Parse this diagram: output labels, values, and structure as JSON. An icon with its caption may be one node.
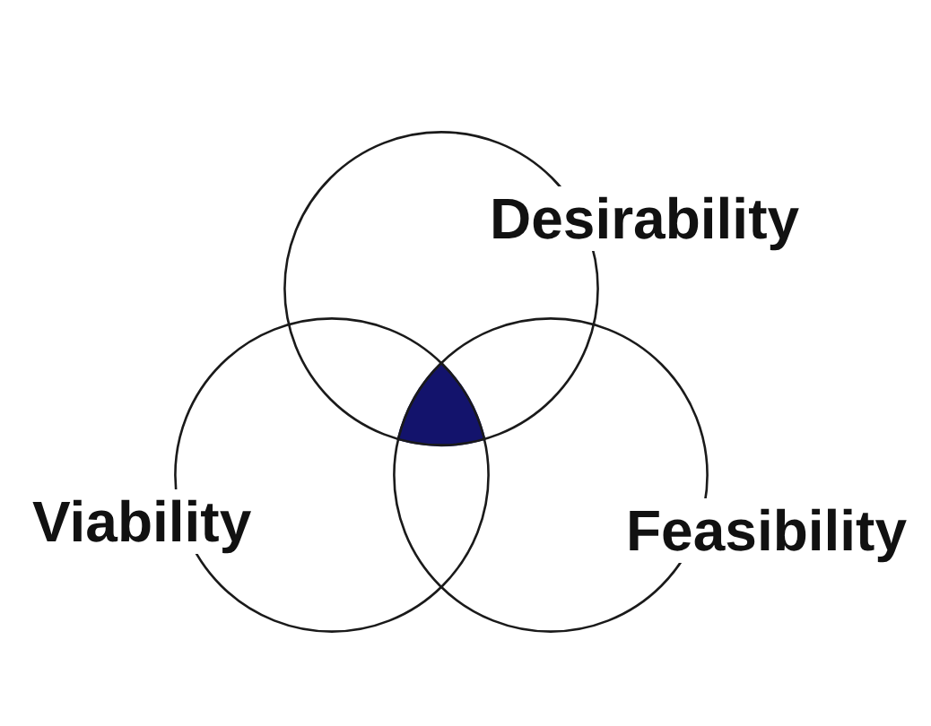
{
  "diagram": {
    "nodes": [
      {
        "text": [
          "Desirability"
        ]
      },
      {
        "text": [
          "Viability"
        ]
      },
      {
        "text": [
          "Feasibility"
        ]
      }
    ]
  }
}
